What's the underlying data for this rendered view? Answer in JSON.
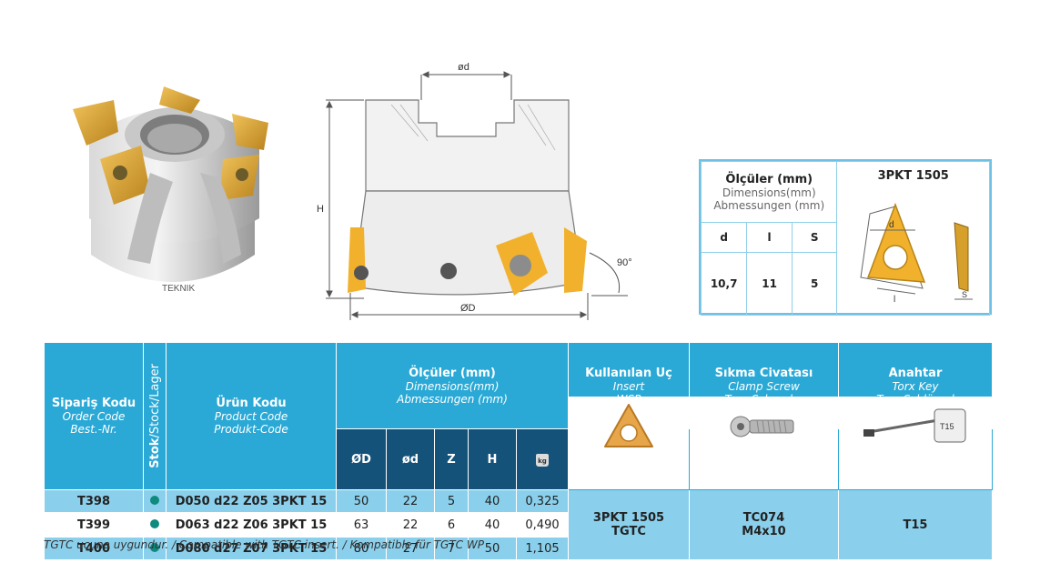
{
  "diagram": {
    "label_od_top": "ød",
    "label_H": "H",
    "label_OD": "ØD",
    "label_angle": "90°",
    "brand": "TEKNIK"
  },
  "insert_box": {
    "title_tr": "Ölçüler (mm)",
    "title_en": "Dimensions(mm)",
    "title_de": "Abmessungen (mm)",
    "insert_name": "3PKT 1505",
    "col_d": "d",
    "col_l": "l",
    "col_s": "S",
    "val_d": "10,7",
    "val_l": "11",
    "val_s": "5",
    "fig_d": "d",
    "fig_l": "l",
    "fig_s": "S"
  },
  "table": {
    "h_order_tr": "Sipariş Kodu",
    "h_order_en": "Order Code",
    "h_order_de": "Best.-Nr.",
    "h_stock_bold": "Stok",
    "h_stock_rest": "/Stock/Lager",
    "h_product_tr": "Ürün Kodu",
    "h_product_en": "Product Code",
    "h_product_de": "Produkt-Code",
    "h_dims_tr": "Ölçüler (mm)",
    "h_dims_en": "Dimensions(mm)",
    "h_dims_de": "Abmessungen (mm)",
    "h_insert_tr": "Kullanılan Uç",
    "h_insert_en": "Insert",
    "h_insert_de": "WSP",
    "h_screw_tr": "Sıkma Civatası",
    "h_screw_en": "Clamp Screw",
    "h_screw_de": "Torx-Schraube",
    "h_key_tr": "Anahtar",
    "h_key_en": "Torx Key",
    "h_key_de": "Torx-Schlüssel",
    "sub_OD": "ØD",
    "sub_od": "ød",
    "sub_Z": "Z",
    "sub_H": "H",
    "sub_kg": "kg",
    "key_label": "T15",
    "rows": [
      {
        "code": "T398",
        "product": "D050 d22 Z05 3PKT 15",
        "OD": "50",
        "od": "22",
        "Z": "5",
        "H": "40",
        "kg": "0,325"
      },
      {
        "code": "T399",
        "product": "D063 d22 Z06 3PKT 15",
        "OD": "63",
        "od": "22",
        "Z": "6",
        "H": "40",
        "kg": "0,490"
      },
      {
        "code": "T400",
        "product": "D080 d27 Z07 3PKT 15",
        "OD": "80",
        "od": "27",
        "Z": "7",
        "H": "50",
        "kg": "1,105"
      }
    ],
    "insert_l1": "3PKT 1505",
    "insert_l2": "TGTC",
    "screw_l1": "TC074",
    "screw_l2": "M4x10",
    "key_val": "T15"
  },
  "footnote": "TGTC ucuna uygundur. / Compatible with TGTC insert. / Kompatible für TGTC WP"
}
